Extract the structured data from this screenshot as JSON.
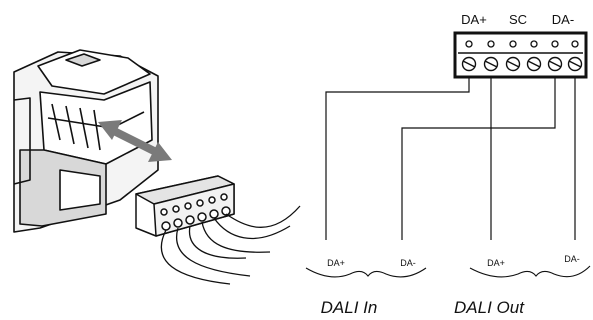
{
  "terminal_block": {
    "header_labels": [
      "DA+",
      "SC",
      "DA-"
    ]
  },
  "wire_labels": {
    "in_plus": "DA+",
    "in_minus": "DA-",
    "out_plus": "DA+",
    "out_minus": "DA-"
  },
  "captions": {
    "dali_in": "DALI In",
    "dali_out": "DALI Out"
  },
  "colors": {
    "line": "#111111",
    "device_fill": "#ffffff",
    "device_shade": "#d8d8d8",
    "arrow": "#7a7a7a"
  }
}
